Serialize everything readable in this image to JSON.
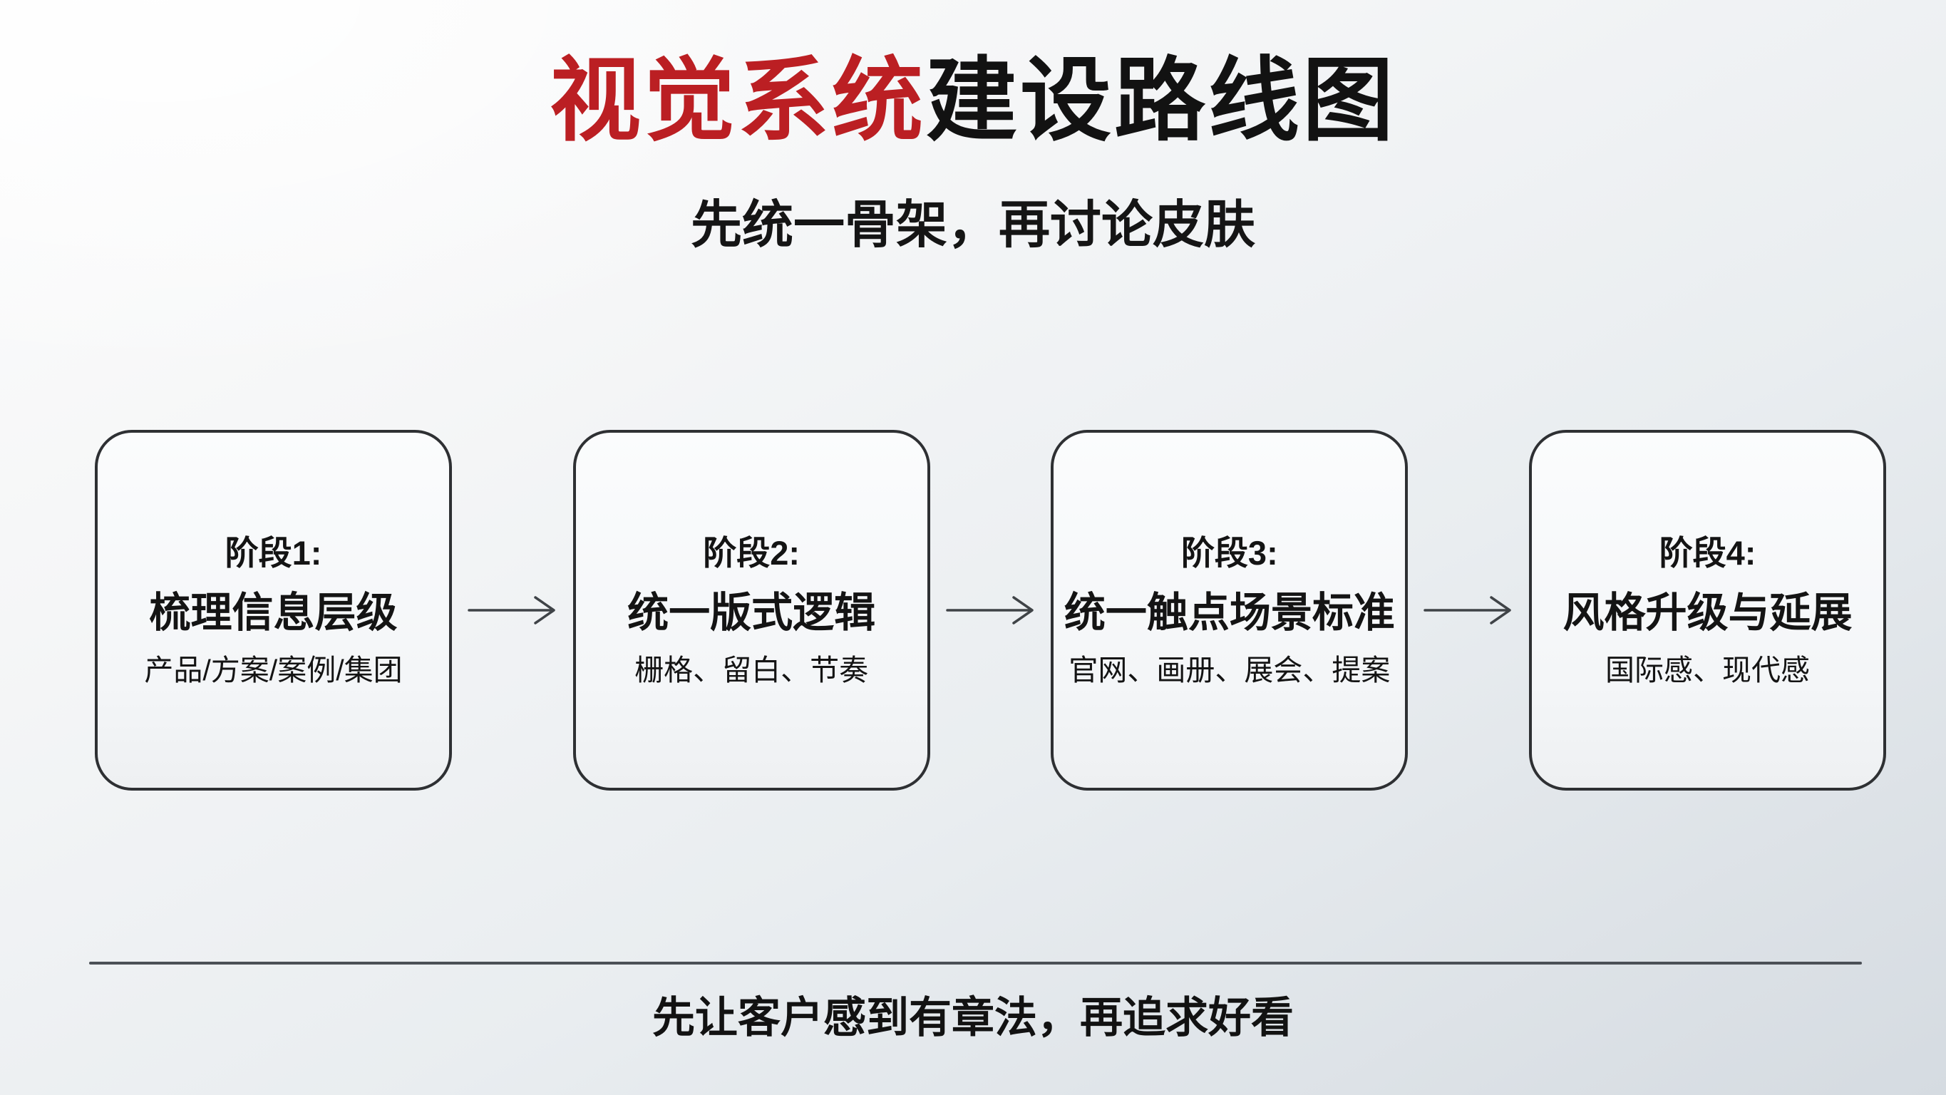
{
  "title": {
    "highlight": "视觉系统",
    "rest": "建设路线图"
  },
  "subtitle": "先统一骨架，再讨论皮肤",
  "stages": [
    {
      "label": "阶段1:",
      "name": "梳理信息层级",
      "detail": "产品/方案/案例/集团"
    },
    {
      "label": "阶段2:",
      "name": "统一版式逻辑",
      "detail": "栅格、留白、节奏"
    },
    {
      "label": "阶段3:",
      "name": "统一触点场景标准",
      "detail": "官网、画册、展会、提案"
    },
    {
      "label": "阶段4:",
      "name": "风格升级与延展",
      "detail": "国际感、现代感"
    }
  ],
  "footer": "先让客户感到有章法，再追求好看",
  "colors": {
    "accent_red": "#bb1f23",
    "text_black": "#121212",
    "card_border": "#2e3033",
    "card_background": "#f7f9fa",
    "arrow": "#3f4347",
    "divider": "#4b5056",
    "page_background_top": "#fdfdfd",
    "page_background_bottom": "#d5dbe1"
  }
}
